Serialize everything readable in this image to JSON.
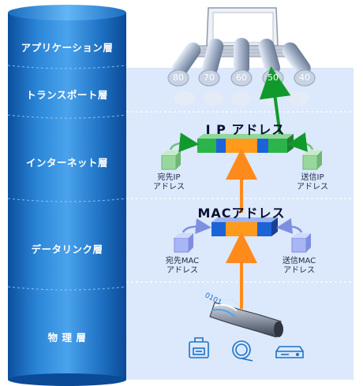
{
  "layers": [
    {
      "label": "アプリケーション層"
    },
    {
      "label": "トランスポート層"
    },
    {
      "label": "インターネット層"
    },
    {
      "label": "データリンク層"
    },
    {
      "label": "物 理 層"
    }
  ],
  "ports": [
    "80",
    "70",
    "60",
    "50",
    "40"
  ],
  "ip": {
    "title": "I P アドレス",
    "dest_line1": "宛先IP",
    "dest_line2": "アドレス",
    "src_line1": "送信IP",
    "src_line2": "アドレス"
  },
  "mac": {
    "title": "MACアドレス",
    "dest_line1": "宛先MAC",
    "dest_line2": "アドレス",
    "src_line1": "送信MAC",
    "src_line2": "アドレス"
  },
  "cable_bits": "0101",
  "icons": [
    "lan-port-icon",
    "fiber-coil-icon",
    "network-device-icon"
  ],
  "colors": {
    "column": "#1c73c6",
    "panel": "#dce8fb",
    "arrow_up": "#ff8a1c",
    "arrow_green": "#119a2c",
    "packet_orange": "#ff9a1a",
    "packet_blue": "#1d63d8",
    "packet_green": "#2ab54a"
  }
}
